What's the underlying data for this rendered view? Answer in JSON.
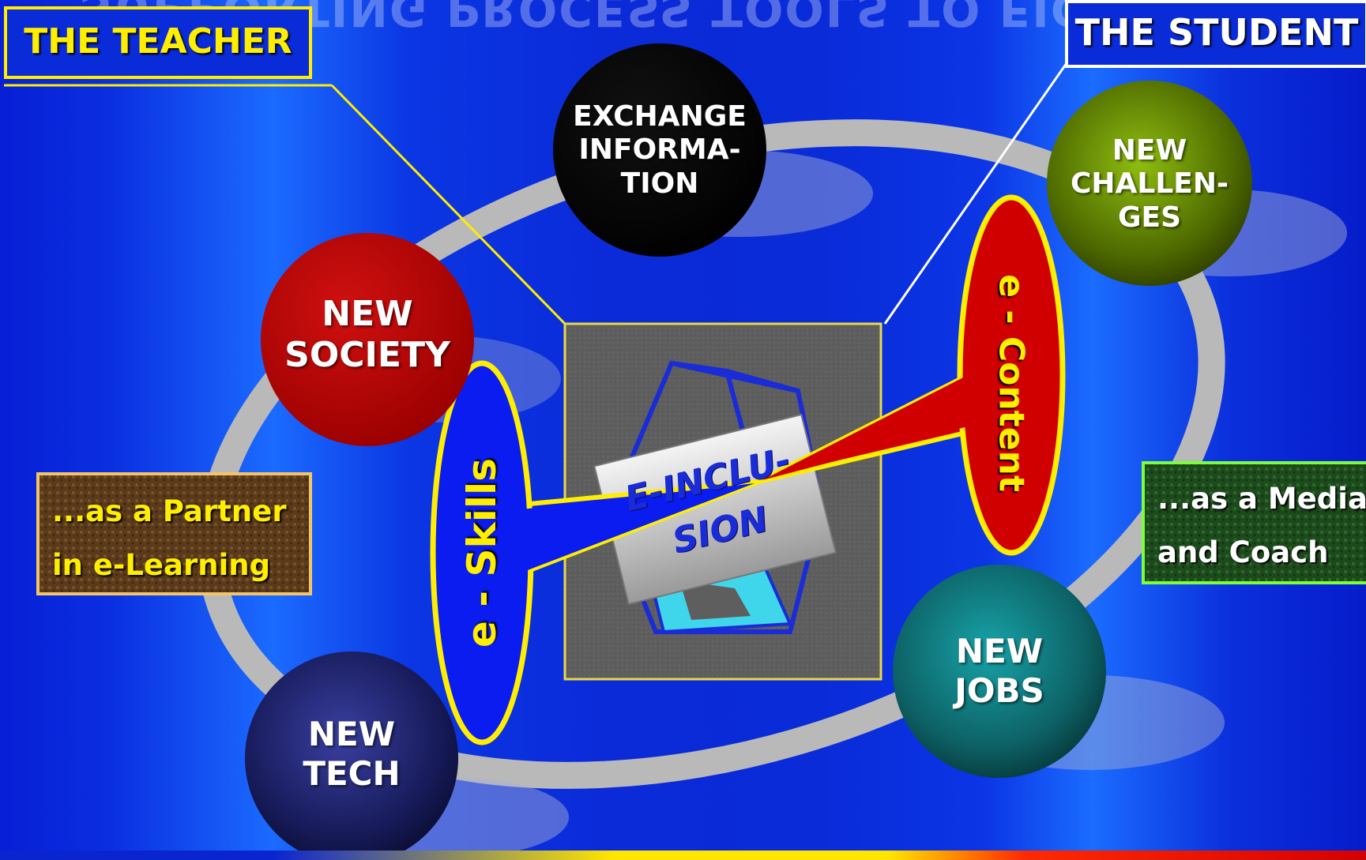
{
  "header": {
    "ghost_title": "SUPPORTING PROCESS TOOLS TO FIGHT \"DIGITAL DIVIDE\""
  },
  "roles": {
    "teacher": "THE TEACHER",
    "student": "THE STUDENT"
  },
  "captions": {
    "teacher_line1": "...as a Partner",
    "teacher_line2": "in e-Learning",
    "student_line1": "...as a Media",
    "student_line2": "and Coach"
  },
  "nodes": {
    "exchange": [
      "EXCHANGE",
      "INFORMA-",
      "TION"
    ],
    "society": [
      "NEW",
      "SOCIETY"
    ],
    "challenges": [
      "NEW",
      "CHALLEN-",
      "GES"
    ],
    "jobs": [
      "NEW",
      "JOBS"
    ],
    "tech": [
      "NEW",
      "TECH"
    ]
  },
  "center": {
    "line1": "E-INCLU-",
    "line2": "SION"
  },
  "callouts": {
    "skills": "e - Skills",
    "content": "e - Content"
  },
  "colors": {
    "background": "#0a2bd8",
    "teacher_accent": "#ffee00",
    "student_accent": "#ffffff",
    "society": "#c40000",
    "exchange": "#000000",
    "challenges": "#5a7a00",
    "jobs": "#0e6f73",
    "tech": "#141a5c",
    "skills_fill": "#0a1cf0",
    "content_fill": "#d00000"
  }
}
